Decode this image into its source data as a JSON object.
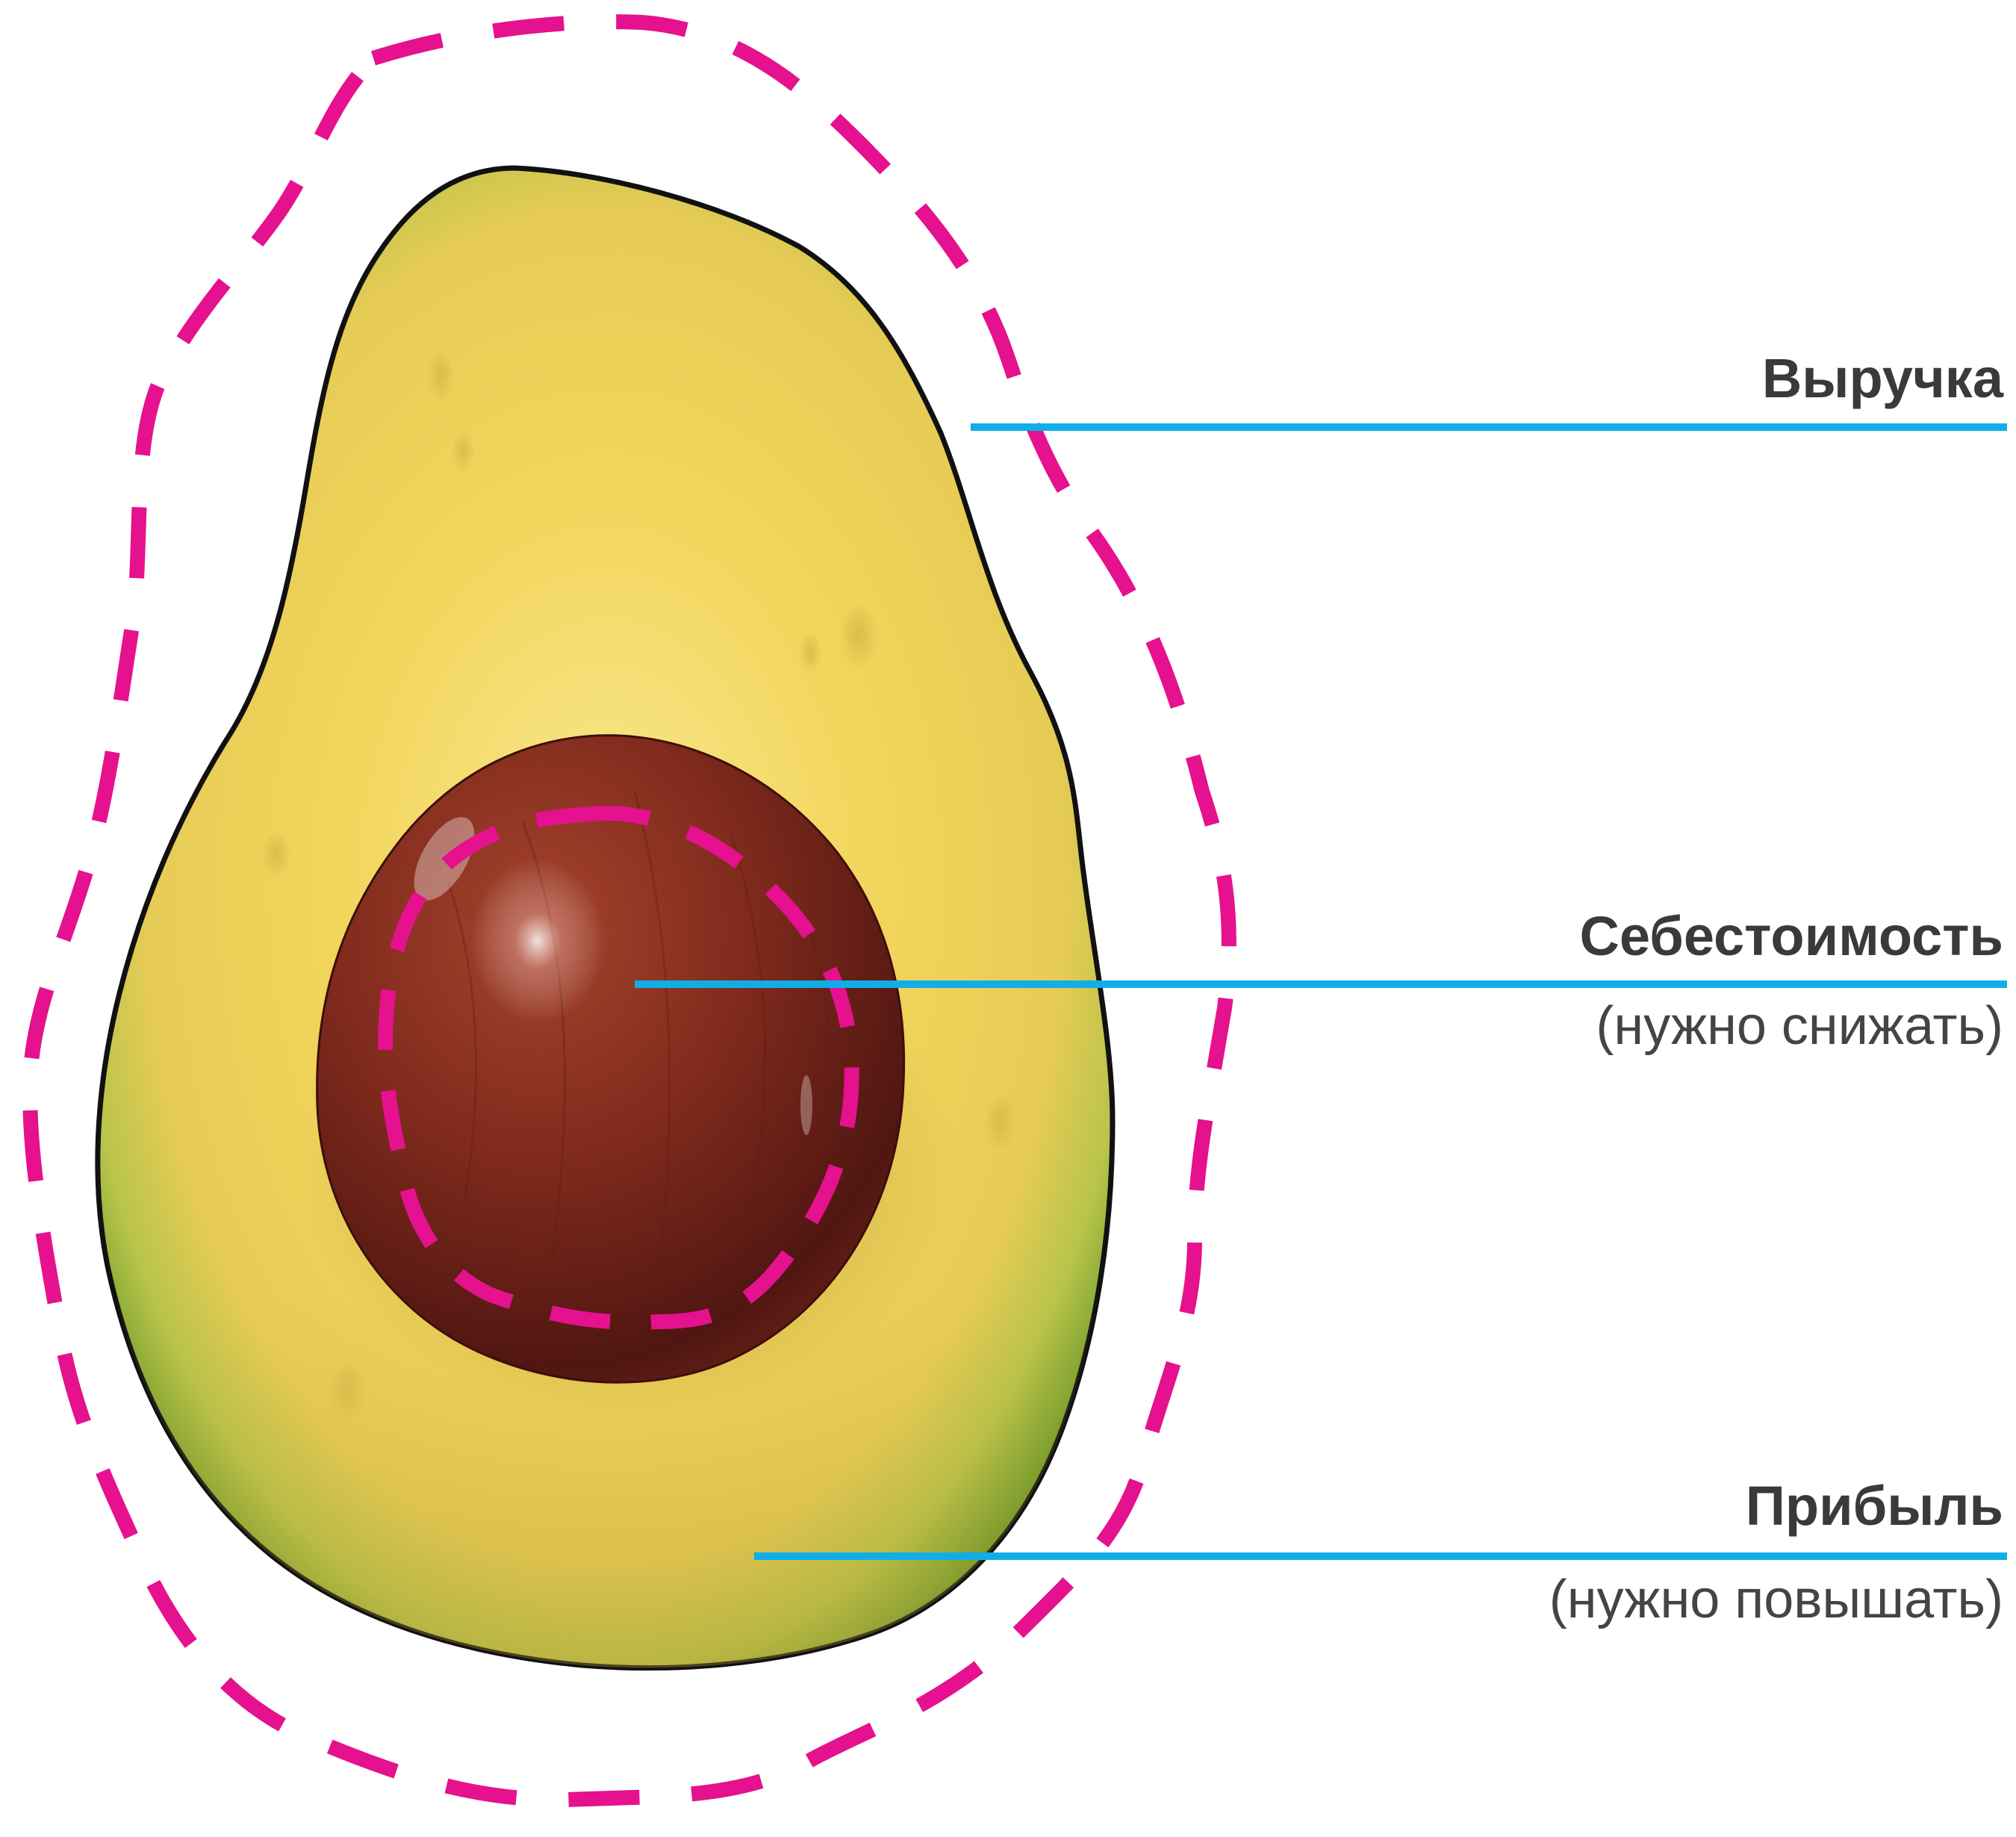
{
  "labels": {
    "revenue": {
      "title": "Выручка"
    },
    "cost": {
      "title": "Себестоимость",
      "note": "(нужно снижать)"
    },
    "profit": {
      "title": "Прибыль",
      "note": "(нужно повышать)"
    }
  },
  "colors": {
    "dashed_outline": "#e5118e",
    "leader_line": "#10aee8",
    "skin": "#7fa833",
    "flesh": "#f3d75e",
    "pit": "#7e2a1c",
    "outline": "#111111",
    "label_text": "#3a3a3a"
  },
  "icons": [
    "avocado-half-illustration"
  ]
}
